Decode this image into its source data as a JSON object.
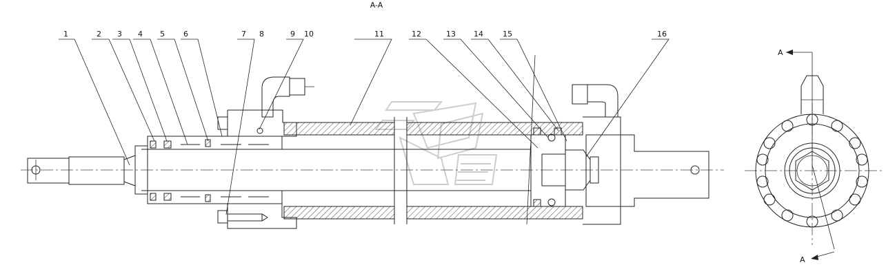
{
  "section_label": "A-A",
  "cut_marker_top": "A",
  "cut_marker_bottom": "A",
  "callouts": [
    "1",
    "2",
    "3",
    "4",
    "5",
    "6",
    "7",
    "8",
    "9",
    "10",
    "11",
    "12",
    "13",
    "14",
    "15",
    "16"
  ]
}
